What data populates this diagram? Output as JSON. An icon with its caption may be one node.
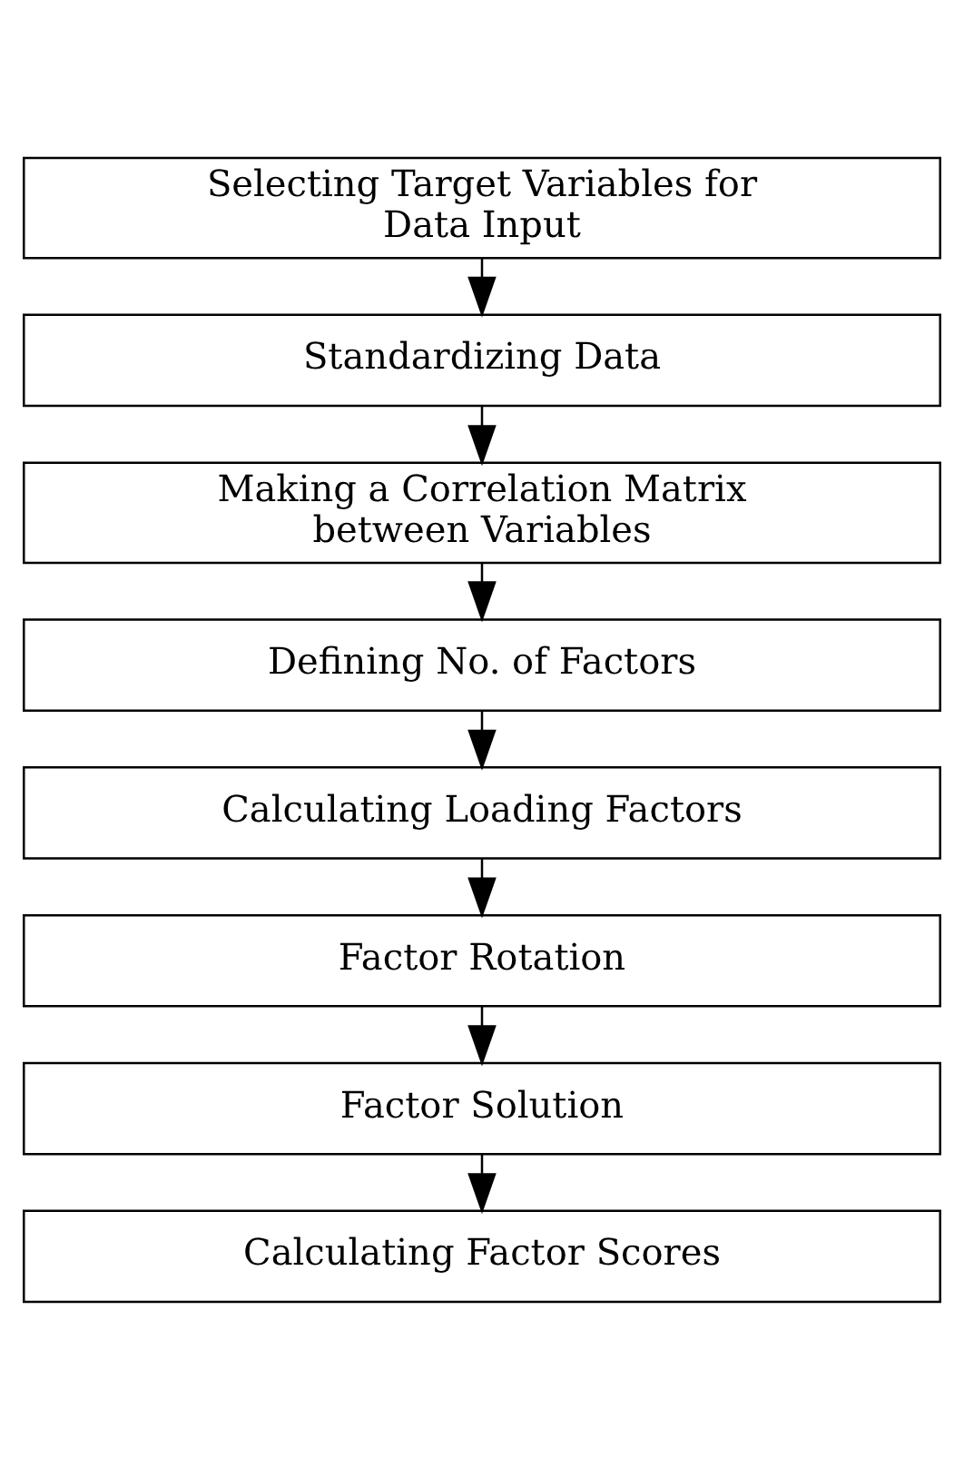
{
  "diagram": {
    "nodes": [
      {
        "text": [
          "Selecting Target Variables for Data Input"
        ]
      },
      {
        "text": [
          "Standardizing Data"
        ]
      },
      {
        "text": [
          "Making a Correlation Matrix between Variables"
        ]
      },
      {
        "text": [
          "Defining No. of Factors"
        ]
      },
      {
        "text": [
          "Calculating Loading Factors"
        ]
      },
      {
        "text": [
          "Factor Rotation"
        ]
      },
      {
        "text": [
          "Factor Solution"
        ]
      },
      {
        "text": [
          "Calculating Factor Scores"
        ]
      }
    ],
    "edges": [
      {
        "from": 0,
        "to": 1,
        "arrow": "to"
      },
      {
        "from": 1,
        "to": 2,
        "arrow": "to"
      },
      {
        "from": 2,
        "to": 3,
        "arrow": "to"
      },
      {
        "from": 3,
        "to": 4,
        "arrow": "to"
      },
      {
        "from": 4,
        "to": 5,
        "arrow": "to"
      },
      {
        "from": 5,
        "to": 6,
        "arrow": "to"
      },
      {
        "from": 6,
        "to": 7,
        "arrow": "to"
      }
    ]
  }
}
